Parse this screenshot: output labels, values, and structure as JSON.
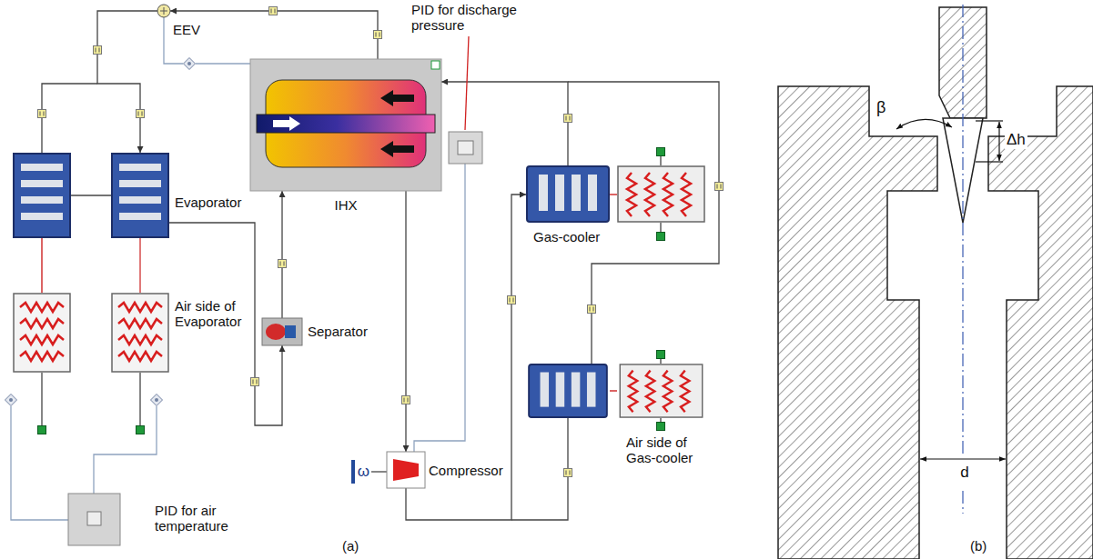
{
  "diagram": {
    "nodes": [
      {
        "text": [
          "EEV"
        ]
      },
      {
        "text": [
          "Evaporator"
        ]
      },
      {
        "text": [
          "IHX"
        ]
      },
      {
        "text": [
          "Air side of Evaporator"
        ]
      },
      {
        "text": [
          "Separator"
        ]
      },
      {
        "text": [
          "ω"
        ]
      },
      {
        "text": [
          "Compressor"
        ]
      },
      {
        "text": [
          "Gas-cooler"
        ]
      },
      {
        "text": [
          "Air side of Gas-cooler"
        ]
      },
      {
        "text": [
          "PID for air temperature"
        ]
      }
    ],
    "edges": [
      {
        "from": 0,
        "to": 1,
        "arrow": "to"
      },
      {
        "from": 1,
        "to": 4,
        "arrow": "to"
      },
      {
        "from": 4,
        "to": 2,
        "arrow": "to"
      },
      {
        "from": 2,
        "to": 6,
        "arrow": "to"
      },
      {
        "from": 6,
        "to": 7,
        "arrow": "to"
      },
      {
        "from": 7,
        "to": 2,
        "arrow": "to"
      },
      {
        "from": 2,
        "to": 0,
        "arrow": "to"
      },
      {
        "from": 5,
        "to": 6,
        "arrow": "none"
      },
      {
        "from": 1,
        "to": 3,
        "arrow": "none"
      }
    ],
    "labels": [
      "PID for discharge pressure",
      "(a)",
      "β",
      "Δh",
      "d",
      "(b)"
    ]
  }
}
